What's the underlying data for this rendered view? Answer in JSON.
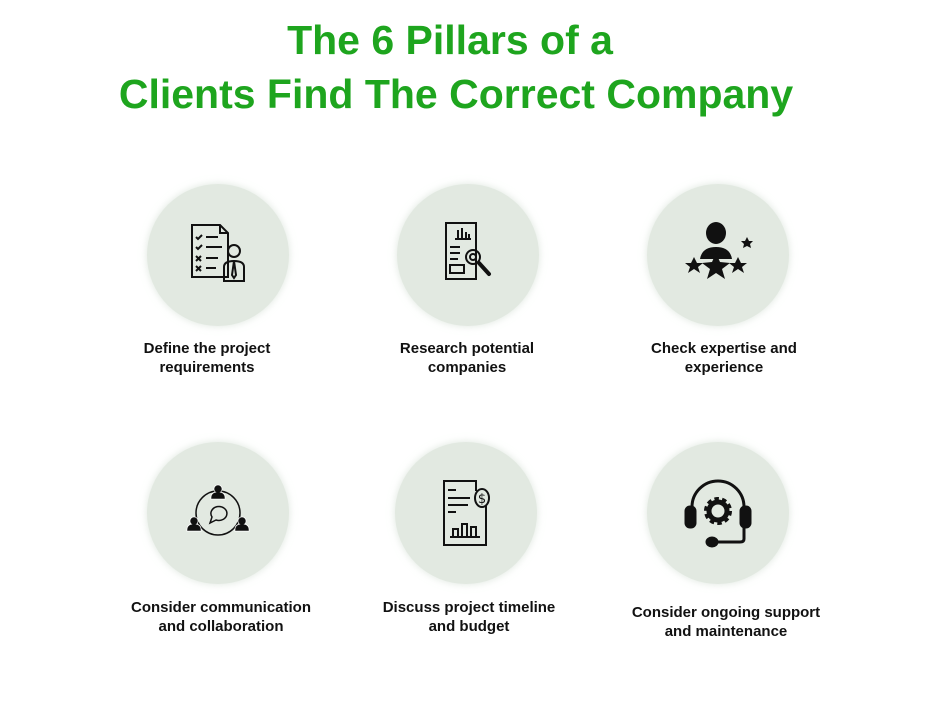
{
  "title": {
    "line1": "The 6 Pillars of a",
    "line2": "Clients Find The Correct Company"
  },
  "colors": {
    "title": "#1ea51e",
    "circle": "#e2e9e1"
  },
  "pillars": [
    {
      "line1": "Define the project",
      "line2": "requirements",
      "icon": "checklist-person-icon"
    },
    {
      "line1": "Research potential",
      "line2": "companies",
      "icon": "report-magnifier-gear-icon"
    },
    {
      "line1": "Check expertise and",
      "line2": "experience",
      "icon": "person-stars-icon"
    },
    {
      "line1": "Consider communication",
      "line2": "and collaboration",
      "icon": "people-chat-cycle-icon"
    },
    {
      "line1": "Discuss project timeline",
      "line2": "and budget",
      "icon": "document-dollar-chart-icon"
    },
    {
      "line1": "Consider ongoing support",
      "line2": "and maintenance",
      "icon": "headset-gear-icon"
    }
  ]
}
